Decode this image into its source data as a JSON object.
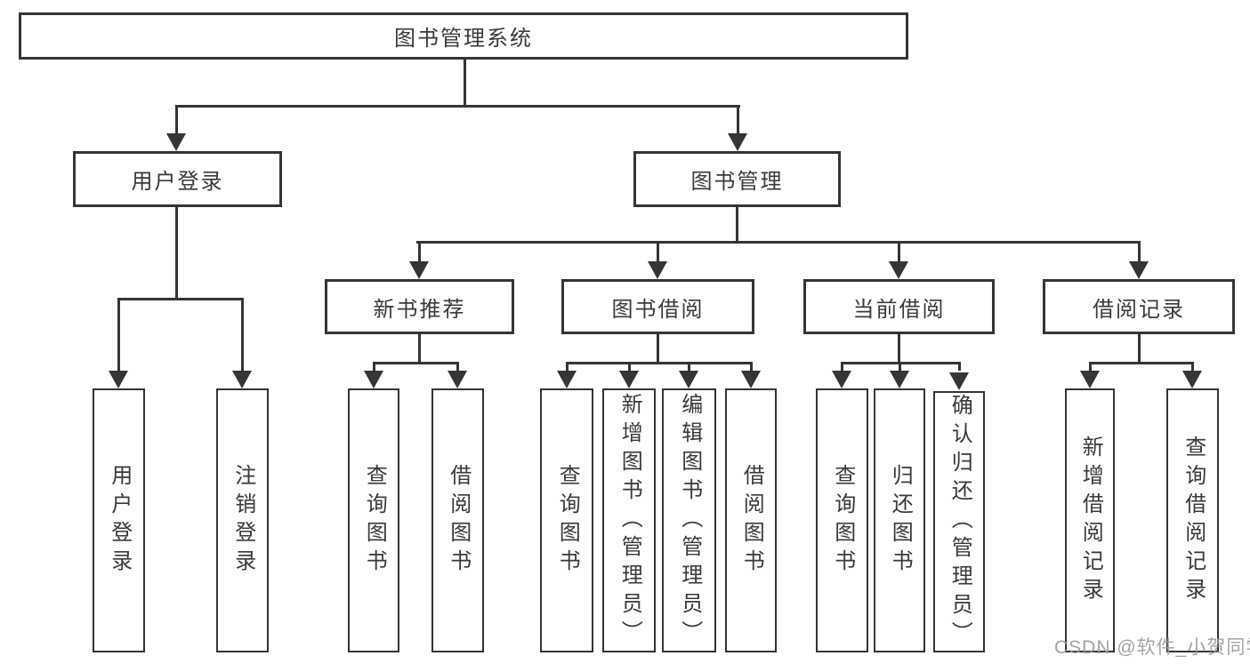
{
  "root": {
    "label": "图书管理系统"
  },
  "level2": {
    "user_login": {
      "label": "用户登录"
    },
    "book_mgmt": {
      "label": "图书管理"
    }
  },
  "user_login_children": [
    {
      "label": "用户登录"
    },
    {
      "label": "注销登录"
    }
  ],
  "groups": [
    {
      "label": "新书推荐",
      "children": [
        {
          "label": "查询图书"
        },
        {
          "label": "借阅图书"
        }
      ]
    },
    {
      "label": "图书借阅",
      "children": [
        {
          "label": "查询图书"
        },
        {
          "label": "新增图书（管理员）"
        },
        {
          "label": "编辑图书（管理员）"
        },
        {
          "label": "借阅图书"
        }
      ]
    },
    {
      "label": "当前借阅",
      "children": [
        {
          "label": "查询图书"
        },
        {
          "label": "归还图书"
        },
        {
          "label": "确认归还（管理员）"
        }
      ]
    },
    {
      "label": "借阅记录",
      "children": [
        {
          "label": "新增借阅记录"
        },
        {
          "label": "查询借阅记录"
        }
      ]
    }
  ],
  "watermark": "CSDN @软件_小贺同学",
  "colors": {
    "line": "#353535",
    "text": "#3a3a3a",
    "bg": "#ffffff",
    "watermark": "#9b9b9b"
  }
}
